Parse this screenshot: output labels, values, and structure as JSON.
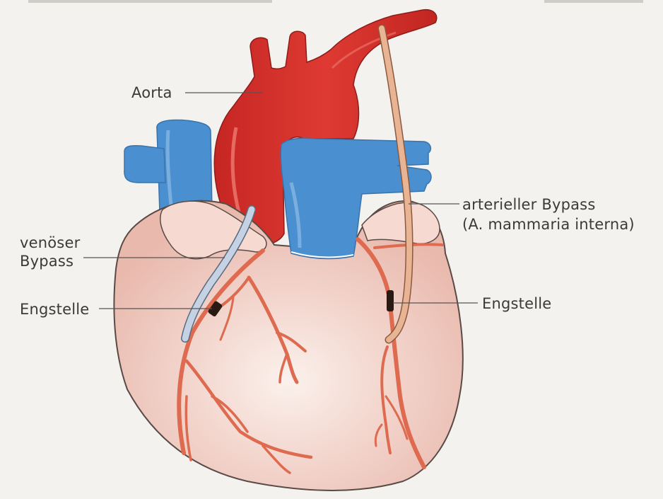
{
  "labels": {
    "aorta": "Aorta",
    "venous_bypass_line1": "venöser",
    "venous_bypass_line2": "Bypass",
    "stenosis_left": "Engstelle",
    "arterial_bypass_line1": "arterieller Bypass",
    "arterial_bypass_line2": "(A. mammaria interna)",
    "stenosis_right": "Engstelle"
  },
  "colors": {
    "heart_fill": "#f1cfc6",
    "heart_outline": "#5a4a45",
    "aorta_red": "#d6312d",
    "vein_blue": "#4a90d0",
    "coronary_artery": "#de6a4f",
    "venous_graft": "#c4d2e4",
    "arterial_graft": "#e9b494",
    "stenosis": "#2a1a14",
    "label_text": "#3a3a3a",
    "leader_line": "#555555"
  }
}
